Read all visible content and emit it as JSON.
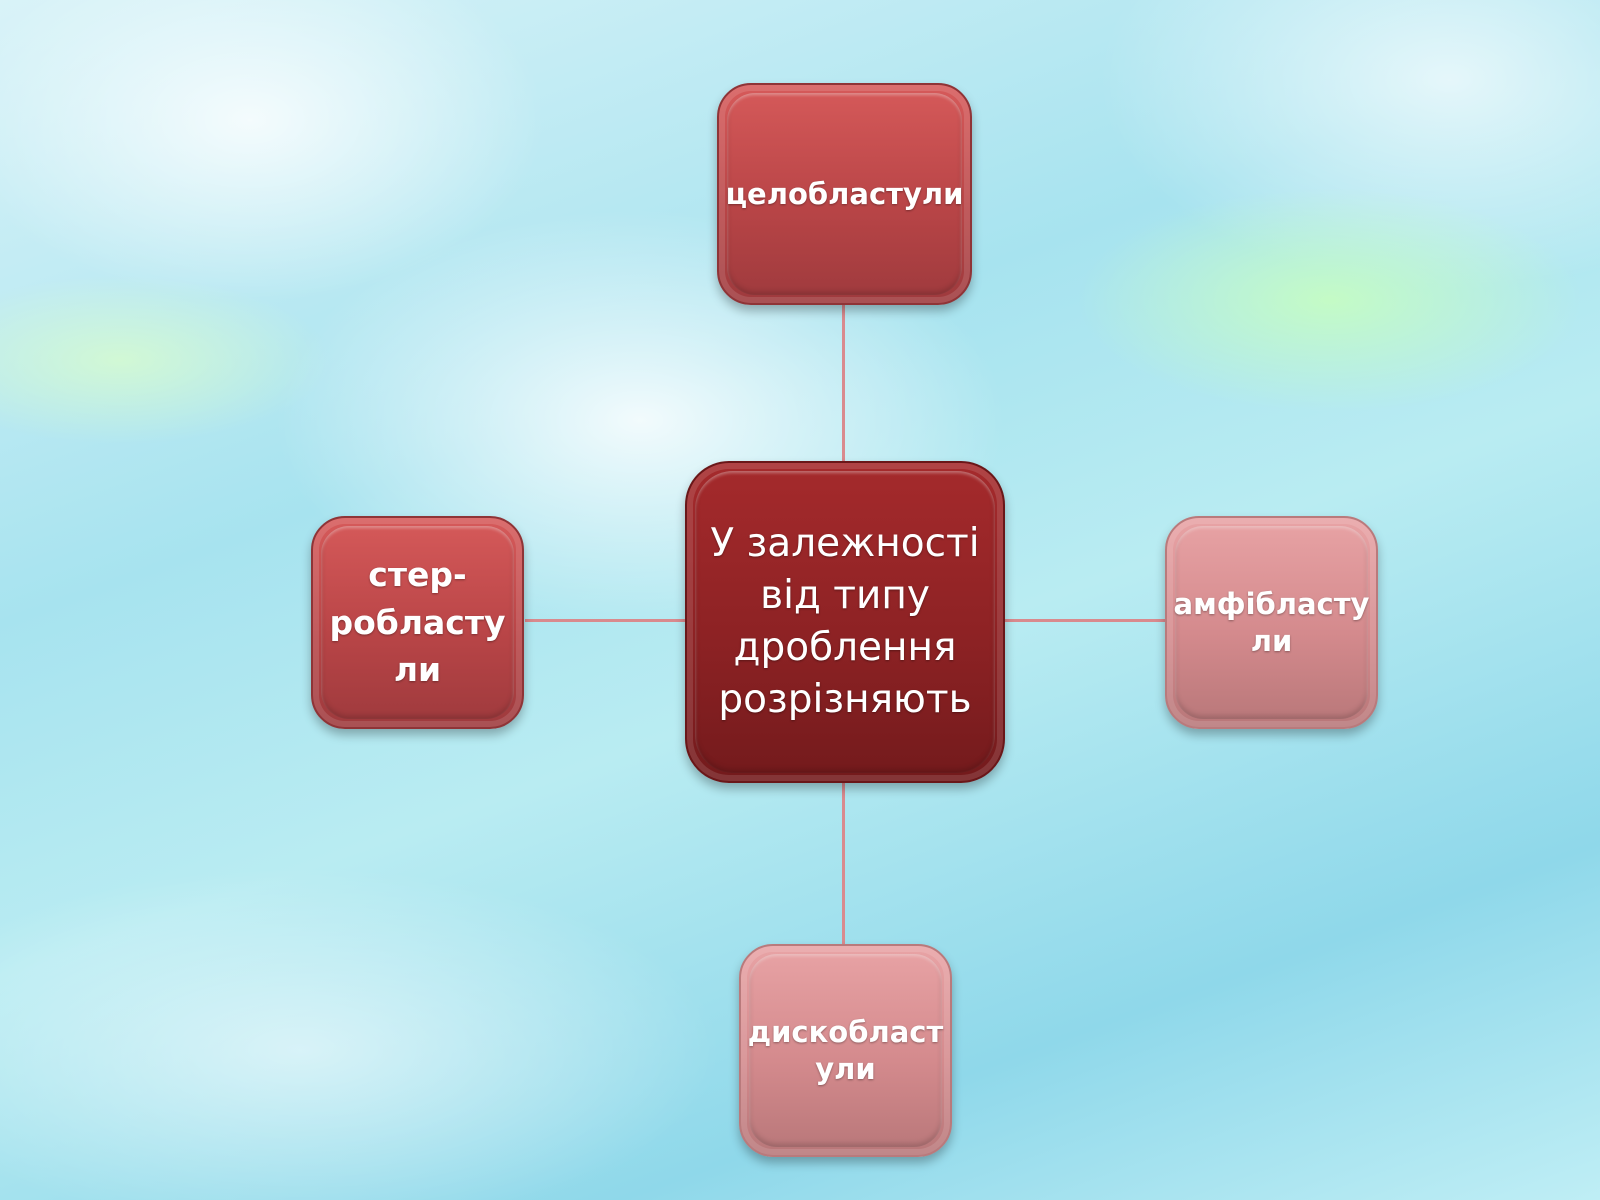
{
  "diagram": {
    "center": {
      "label": "У залежності\nвід типу\nдроблення\nрозрізняють"
    },
    "top": {
      "label": "целобластули"
    },
    "left": {
      "label": "стер-\nробласту\nли"
    },
    "right": {
      "label": "амфібласту\nли"
    },
    "bottom": {
      "label": "дискобласт\nули"
    }
  },
  "colors": {
    "center": "#8d2224",
    "top": "#c24b4d",
    "left": "#c24b4d",
    "right": "#d48a8d",
    "bottom": "#d48a8d",
    "connector": "#d98a8e"
  }
}
